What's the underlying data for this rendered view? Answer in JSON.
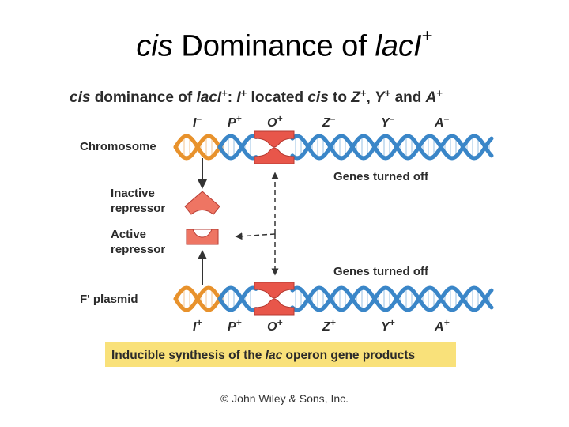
{
  "slide": {
    "title_italic": "cis",
    "title_main": " Dominance of ",
    "title_gene": "lacI",
    "title_sup": "+",
    "copyright": "© John Wiley & Sons, Inc."
  },
  "figure": {
    "heading": {
      "italic_cis": "cis",
      "dominance": " dominance of ",
      "gene": "lacI",
      "plus": "+",
      "colon": ": ",
      "i": "I",
      "i_plus": "+",
      "located": " located ",
      "cis2": "cis",
      "to": " to ",
      "z": "Z",
      "z_plus": "+",
      "comma": ", ",
      "y": "Y",
      "y_plus": "+",
      "and": " and ",
      "a": "A",
      "a_plus": "+"
    },
    "chromosome": {
      "label": "Chromosome",
      "genes": [
        {
          "name": "I",
          "sign": "–"
        },
        {
          "name": "P",
          "sign": "+"
        },
        {
          "name": "O",
          "sign": "+"
        },
        {
          "name": "Z",
          "sign": "–"
        },
        {
          "name": "Y",
          "sign": "–"
        },
        {
          "name": "A",
          "sign": "–"
        }
      ],
      "status": "Genes turned off"
    },
    "plasmid": {
      "label": "F' plasmid",
      "genes": [
        {
          "name": "I",
          "sign": "+"
        },
        {
          "name": "P",
          "sign": "+"
        },
        {
          "name": "O",
          "sign": "+"
        },
        {
          "name": "Z",
          "sign": "+"
        },
        {
          "name": "Y",
          "sign": "+"
        },
        {
          "name": "A",
          "sign": "+"
        }
      ],
      "status": "Genes turned off"
    },
    "repressors": {
      "inactive_line1": "Inactive",
      "inactive_line2": "repressor",
      "active_line1": "Active",
      "active_line2": "repressor"
    },
    "result": {
      "pre": "Inducible synthesis of the ",
      "lac": "lac",
      "post": " operon gene products"
    },
    "colors": {
      "dna_blue": "#3a86c8",
      "dna_orange": "#e8922c",
      "operator_red": "#e8564a",
      "repressor_pink": "#ee7563",
      "result_bar": "#f9e17a",
      "arrow": "#333333"
    }
  }
}
